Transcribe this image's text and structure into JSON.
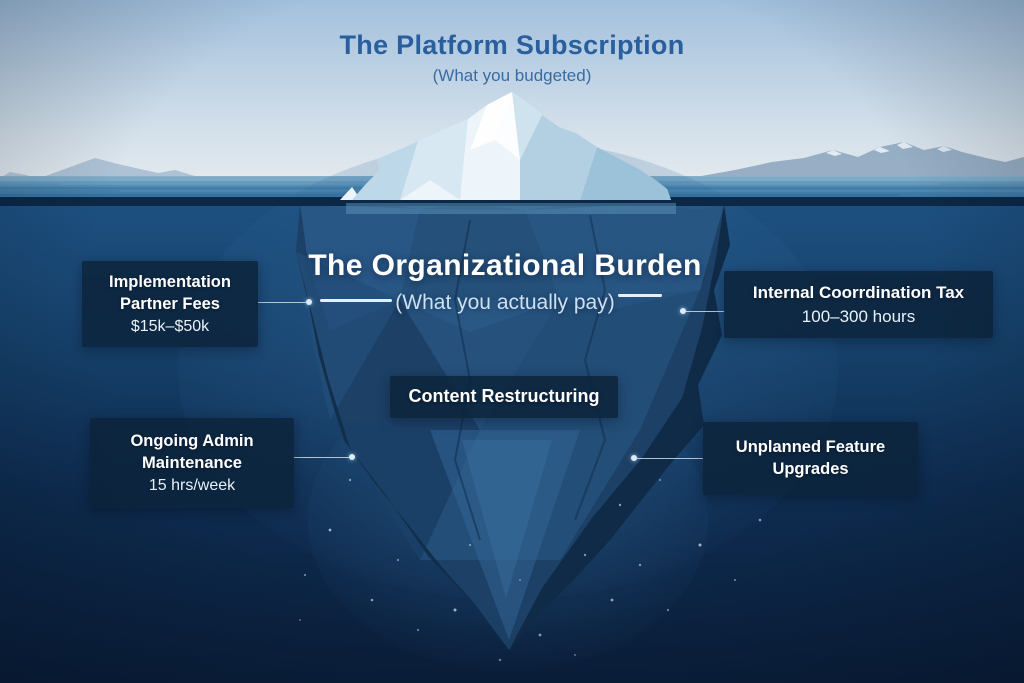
{
  "surface": {
    "title": "The Platform Subscription",
    "subtitle": "(What you budgeted)"
  },
  "underwater": {
    "title": "The Organizational Burden",
    "subtitle": "(What you actually pay)"
  },
  "callouts": {
    "implementation": {
      "title": "Implementation Partner Fees",
      "value": "$15k–$50k"
    },
    "coordination": {
      "title": "Internal Coorrdination Tax",
      "value": "100–300 hours"
    },
    "content": {
      "title": "Content Restructuring"
    },
    "admin": {
      "title": "Ongoing Admin Maintenance",
      "value": "15 hrs/week"
    },
    "upgrades": {
      "title": "Unplanned Feature Upgrades"
    }
  },
  "colors": {
    "surface_title": "#2a5f9e",
    "underwater_title": "#ffffff",
    "underwater_subtitle": "#cde0f0",
    "callout_background": "#0c243c",
    "sky_top": "#a2c0dd",
    "ocean_surface": "#2f6b9c",
    "deep_water": "#0a1e3a",
    "iceberg_above": "#eef5fa",
    "iceberg_below": "#1c4066"
  }
}
